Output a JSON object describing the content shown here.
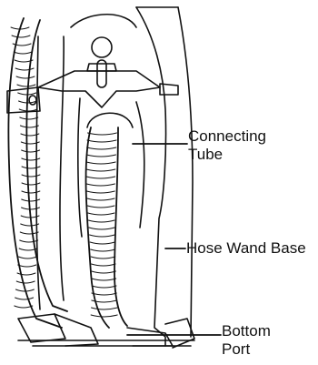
{
  "labels": {
    "connecting_tube": [
      "Connecting",
      "Tube"
    ],
    "hose_wand_base": "Hose Wand Base",
    "bottom_port": [
      "Bottom",
      "Port"
    ]
  },
  "colors": {
    "line": "#111111",
    "fill": "#ffffff",
    "shade": "#bdbdbd"
  }
}
